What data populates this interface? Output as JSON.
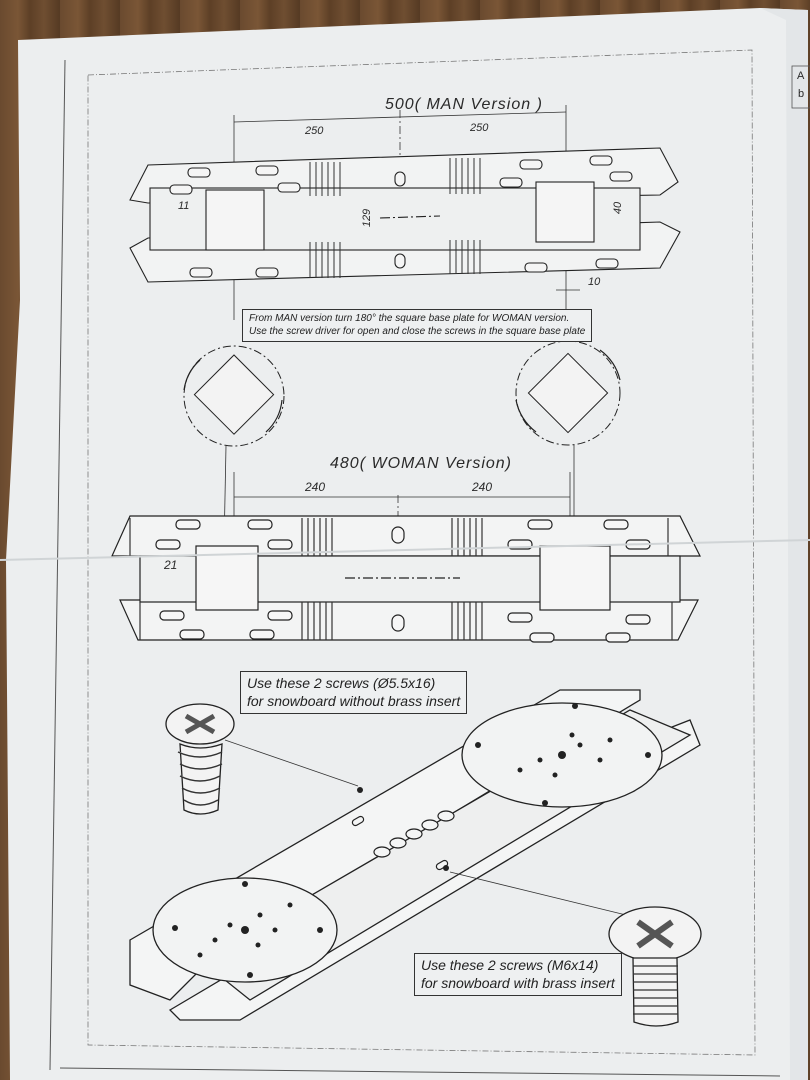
{
  "man_version": {
    "title": "500( MAN Version )",
    "dim_left": "250",
    "dim_right": "250",
    "dim_width": "129",
    "dim_offset_left": "11",
    "dim_offset_right": "40",
    "dim_spacing": "10"
  },
  "rotation_note": {
    "line1": "From MAN version turn 180° the square base plate for WOMAN version.",
    "line2": "Use the screw driver for open and close the screws in the square base plate"
  },
  "woman_version": {
    "title": "480( WOMAN Version)",
    "dim_left": "240",
    "dim_right": "240",
    "dim_offset_left": "21"
  },
  "screw_note_1": {
    "line1": "Use these 2 screws (Ø5.5x16)",
    "line2": "for snowboard without brass insert"
  },
  "screw_note_2": {
    "line1": "Use these 2 screws (M6x14)",
    "line2": "for snowboard with brass insert"
  },
  "corner_text": {
    "a": "A",
    "b": "b"
  },
  "colors": {
    "paper": "#eceeef",
    "ink": "#2a2a2a",
    "wood": "#6a4a2f"
  }
}
